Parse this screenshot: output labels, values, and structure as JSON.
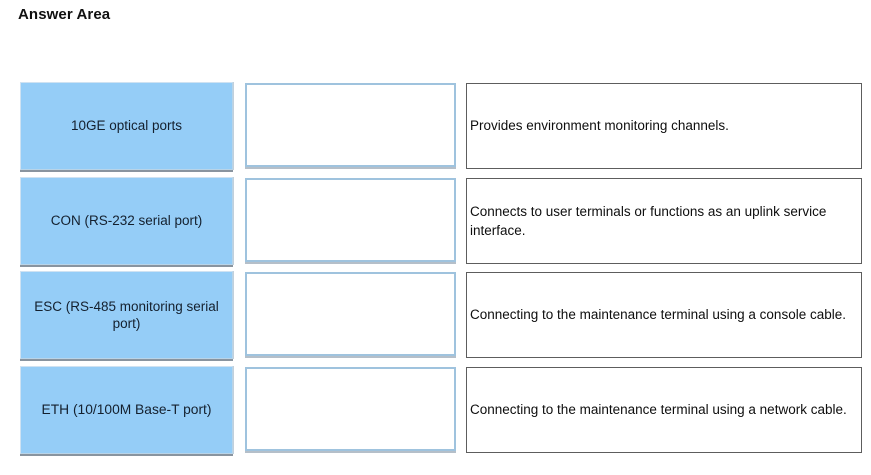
{
  "page": {
    "title": "Answer Area",
    "accent_blue": "#95cdf7",
    "drop_border": "#9fc3de",
    "description_border": "#5d5d5d"
  },
  "match_grid": {
    "rows": [
      {
        "source": {
          "label": "10GE optical ports",
          "multiline": false
        },
        "drop": {
          "value": ""
        },
        "description": {
          "text": "Provides environment monitoring channels."
        }
      },
      {
        "source": {
          "label": "CON (RS-232 serial port)",
          "multiline": false
        },
        "drop": {
          "value": ""
        },
        "description": {
          "text": "Connects to user terminals or functions as an uplink service interface."
        }
      },
      {
        "source": {
          "label": "ESC (RS-485 monitoring serial port)",
          "multiline": true
        },
        "drop": {
          "value": ""
        },
        "description": {
          "text": "Connecting to the maintenance terminal using a console cable."
        }
      },
      {
        "source": {
          "label": "ETH (10/100M Base-T port)",
          "multiline": false
        },
        "drop": {
          "value": ""
        },
        "description": {
          "text": "Connecting to the maintenance terminal using a network cable."
        }
      }
    ]
  }
}
